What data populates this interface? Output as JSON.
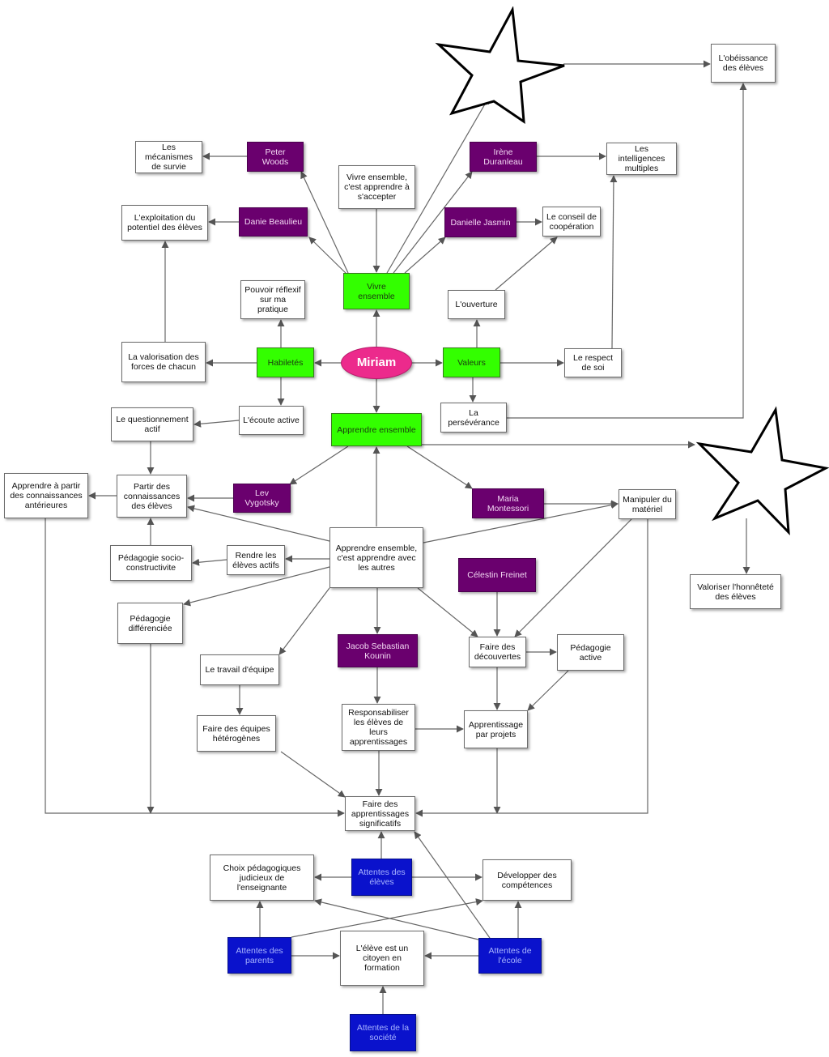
{
  "diagram": {
    "title": "Miriam",
    "colors": {
      "center": "#ec2a8c",
      "category": "#33ff00",
      "author": "#6a006e",
      "expectation": "#0a12cc",
      "concept": "#ffffff",
      "edge": "#555555"
    },
    "nodes": {
      "miriam": "Miriam",
      "vivre_ensemble": "Vivre ensemble",
      "habiletes": "Habiletés",
      "valeurs": "Valeurs",
      "apprendre_ensemble": "Apprendre ensemble",
      "mecanismes_survie": "Les mécanismes de survie",
      "peter_woods": "Peter Woods",
      "vivre_accepter": "Vivre ensemble, c'est apprendre à s'accepter",
      "irene_duranleau": "Irène Duranleau",
      "intelligences_multiples": "Les intelligences multiples",
      "obeissance": "L'obéissance des élèves",
      "exploitation_potentiel": "L'exploitation du potentiel des élèves",
      "danie_beaulieu": "Danie Beaulieu",
      "danielle_jasmin": "Danielle Jasmin",
      "conseil_cooperation": "Le conseil de coopération",
      "pouvoir_reflexif": "Pouvoir réflexif sur ma pratique",
      "ouverture": "L'ouverture",
      "valorisation_forces": "La valorisation des forces de chacun",
      "respect_soi": "Le respect de soi",
      "questionnement_actif": "Le questionnement actif",
      "ecoute_active": "L'écoute active",
      "perseverance": "La persévérance",
      "apprendre_connaissances": "Apprendre à partir des connaissances antérieures",
      "partir_connaissances": "Partir des connaissances des élèves",
      "lev_vygotsky": "Lev Vygotsky",
      "maria_montessori": "Maria Montessori",
      "manipuler_materiel": "Manipuler du matériel",
      "valoriser_honnetete": "Valoriser l'honnêteté des élèves",
      "pedagogie_socio": "Pédagogie socio-constructivite",
      "rendre_actifs": "Rendre les élèves actifs",
      "apprendre_avec_autres": "Apprendre ensemble, c'est apprendre avec les autres",
      "celestin_freinet": "Célestin Freinet",
      "pedagogie_differenciee": "Pédagogie différenciée",
      "travail_equipe": "Le travail d'équipe",
      "jacob_kounin": "Jacob Sebastian Kounin",
      "faire_decouvertes": "Faire des découvertes",
      "pedagogie_active": "Pédagogie active",
      "equipes_heterogenes": "Faire des équipes hétérogènes",
      "responsabiliser": "Responsabiliser les élèves de leurs apprentissages",
      "apprentissage_projets": "Apprentissage par projets",
      "apprentissages_significatifs": "Faire des apprentissages significatifs",
      "choix_pedagogiques": "Choix pédagogiques judicieux de l'enseignante",
      "attentes_eleves": "Attentes des élèves",
      "developper_competences": "Développer des compétences",
      "attentes_parents": "Attentes des parents",
      "citoyen_formation": "L'élève est un citoyen en formation",
      "attentes_ecole": "Attentes de l'école",
      "attentes_societe": "Attentes de la société"
    }
  }
}
